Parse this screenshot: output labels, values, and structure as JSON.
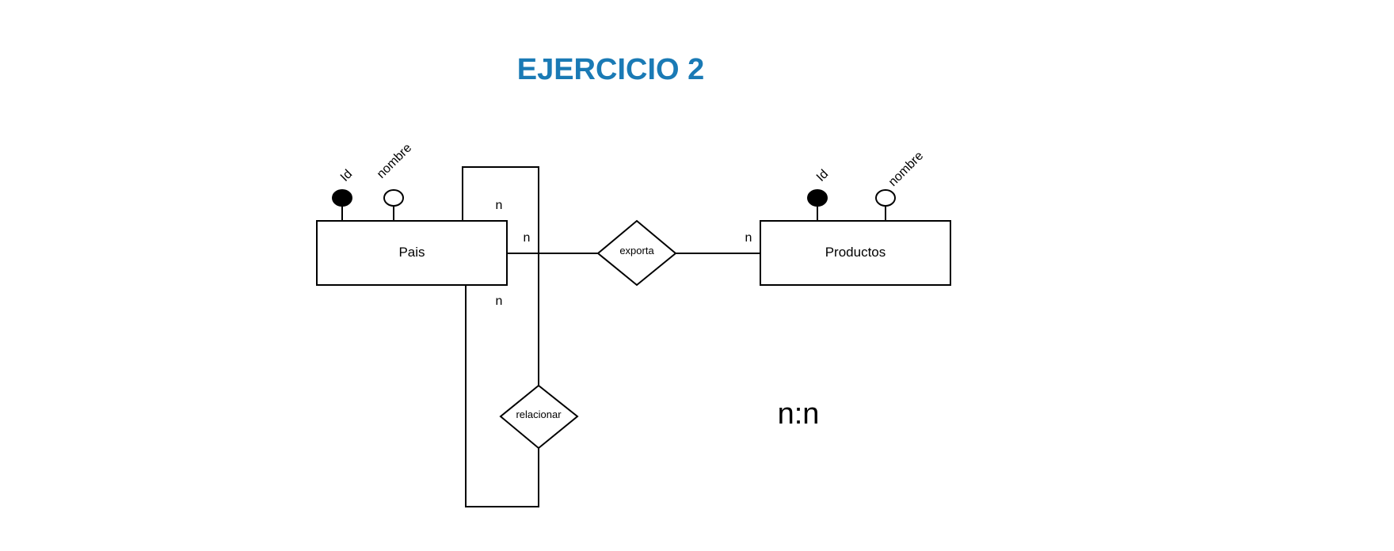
{
  "title": "EJERCICIO 2",
  "colors": {
    "title": "#1a7ab5",
    "stroke": "#000000",
    "key_attribute_fill": "#000000",
    "attribute_fill": "#ffffff"
  },
  "entities": {
    "pais": "Pais",
    "productos": "Productos"
  },
  "relationships": {
    "exporta": "exporta",
    "relacionar": "relacionar"
  },
  "attributes": {
    "pais_id": "Id",
    "pais_nombre": "nombre",
    "productos_id": "Id",
    "productos_nombre": "nombre"
  },
  "cardinalities": {
    "pais_exporta": "n",
    "productos_exporta": "n",
    "relacionar_top": "n",
    "relacionar_bottom": "n"
  },
  "ratio": "n:n"
}
